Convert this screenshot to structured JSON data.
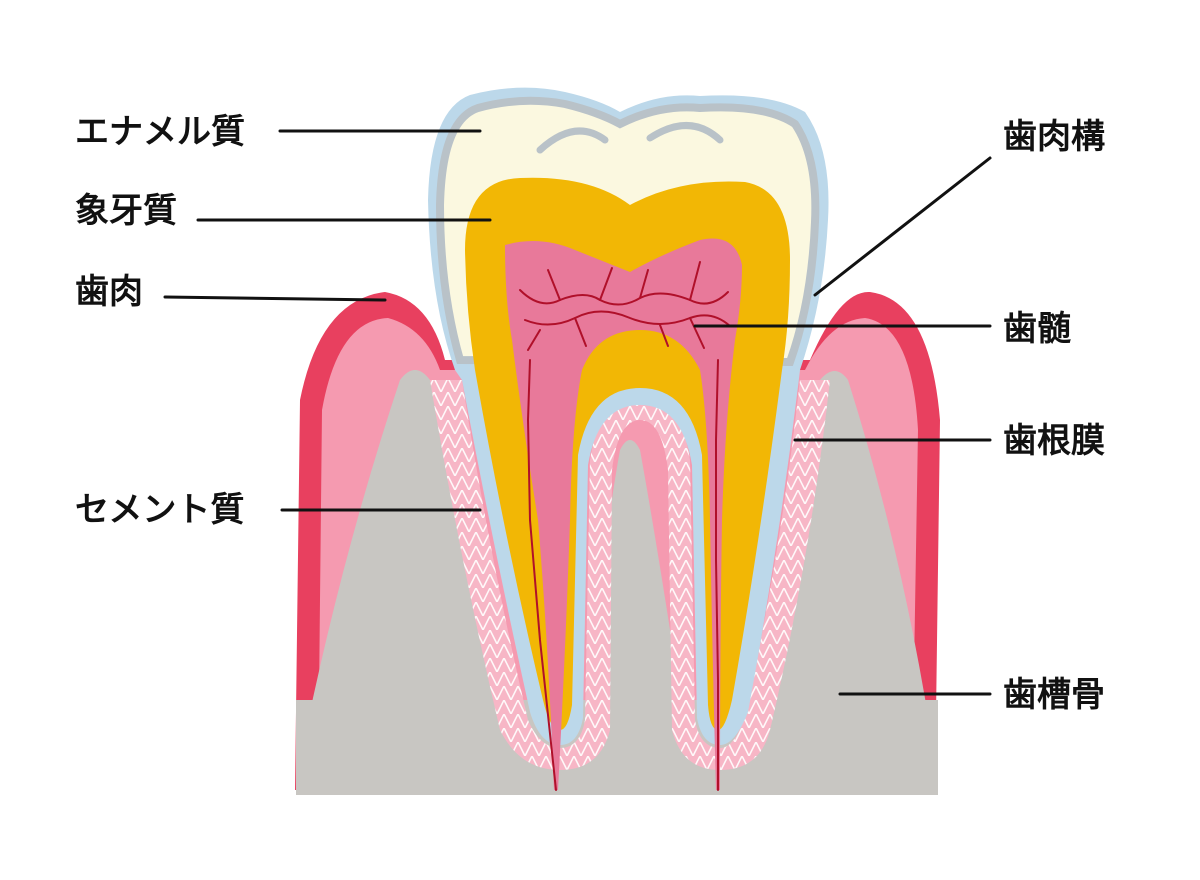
{
  "labels": {
    "enamel": "エナメル質",
    "dentin": "象牙質",
    "gingiva": "歯肉",
    "cementum": "セメント質",
    "gingival_sulcus": "歯肉構",
    "pulp": "歯髄",
    "periodontal_ligament": "歯根膜",
    "alveolar_bone": "歯槽骨"
  },
  "colors": {
    "enamel": "#fbf8e0",
    "enamel_edge": "#b9c2c8",
    "dentin": "#f2b705",
    "pulp": "#e8799a",
    "vessels": "#b0102a",
    "gum_outer": "#e8405f",
    "gum_inner": "#f59ab0",
    "bone": "#c8c6c2",
    "ligament": "#f7b6c6",
    "cementum": "#bcd8ea"
  }
}
